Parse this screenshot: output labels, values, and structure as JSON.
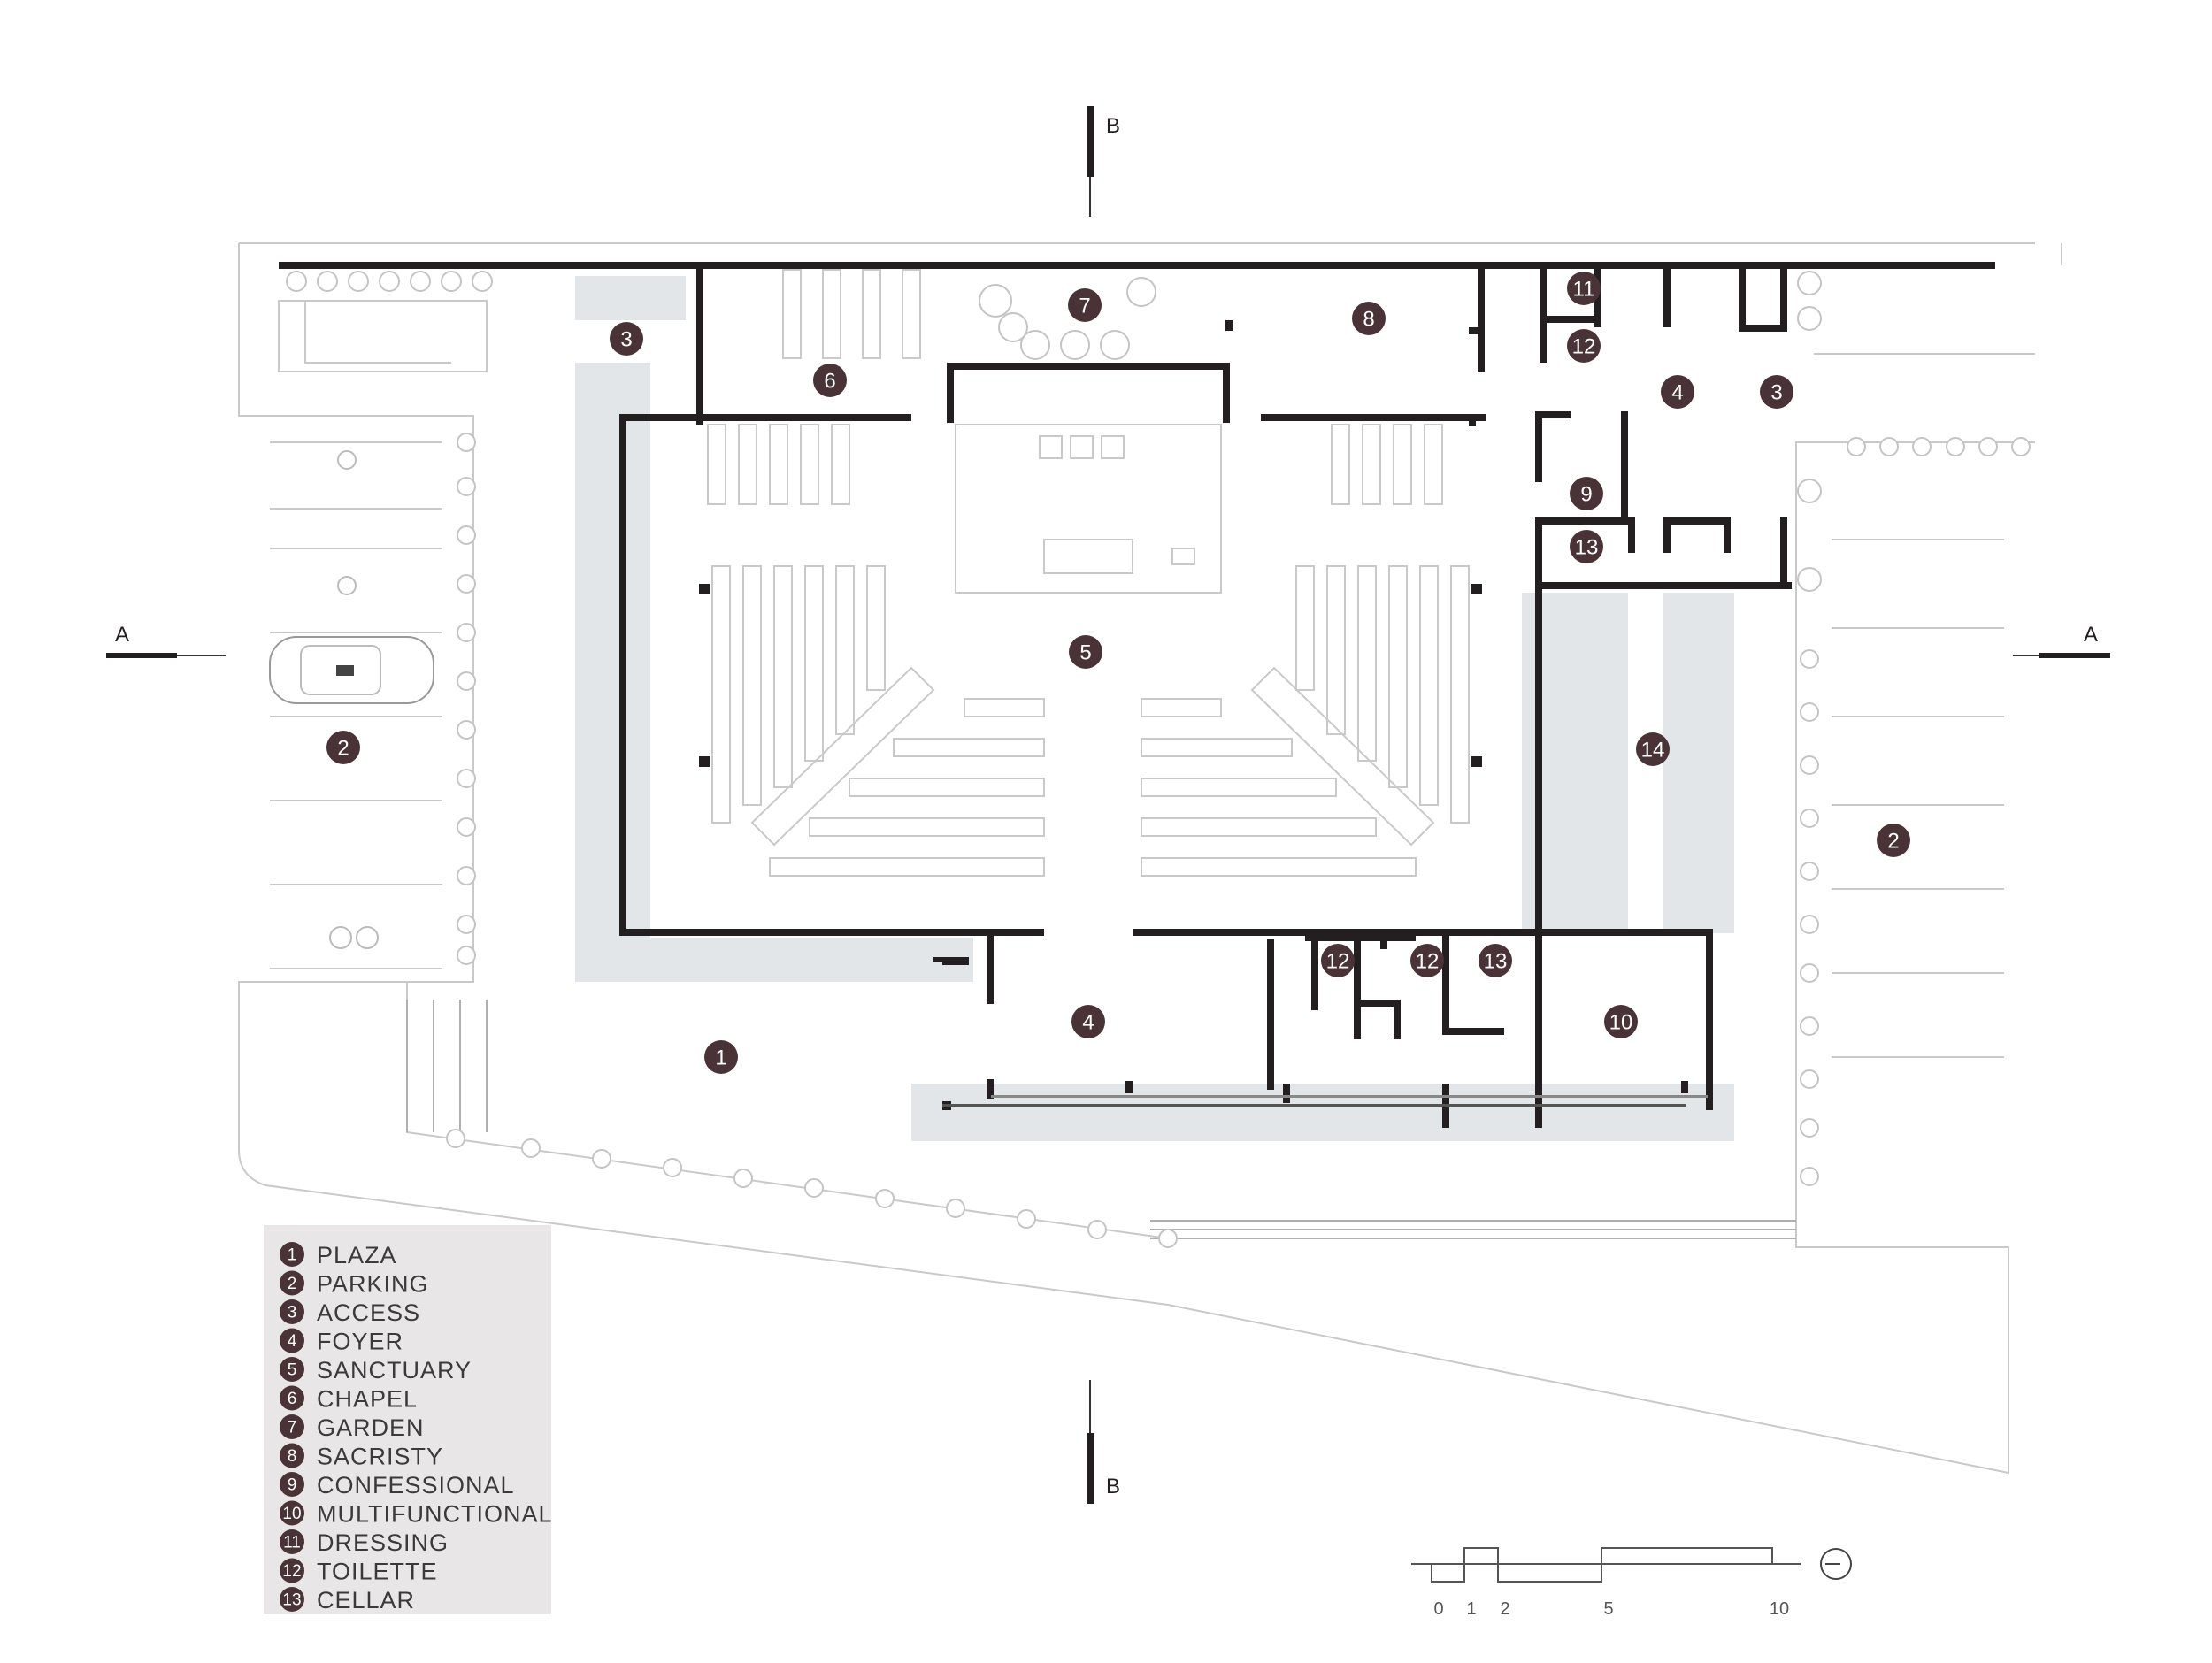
{
  "markers": [
    {
      "n": "1",
      "id": "plaza"
    },
    {
      "n": "2",
      "id": "parking-west"
    },
    {
      "n": "2",
      "id": "parking-east"
    },
    {
      "n": "3",
      "id": "access-north"
    },
    {
      "n": "3",
      "id": "access-east"
    },
    {
      "n": "4",
      "id": "foyer-east"
    },
    {
      "n": "4",
      "id": "foyer-south"
    },
    {
      "n": "5",
      "id": "sanctuary"
    },
    {
      "n": "6",
      "id": "chapel"
    },
    {
      "n": "7",
      "id": "garden"
    },
    {
      "n": "8",
      "id": "sacristy"
    },
    {
      "n": "9",
      "id": "confessional"
    },
    {
      "n": "10",
      "id": "multifunctional"
    },
    {
      "n": "11",
      "id": "dressing"
    },
    {
      "n": "12",
      "id": "toilette-north"
    },
    {
      "n": "12",
      "id": "toilette-south-a"
    },
    {
      "n": "12",
      "id": "toilette-south-b"
    },
    {
      "n": "13",
      "id": "cellar-north"
    },
    {
      "n": "13",
      "id": "cellar-south"
    },
    {
      "n": "14",
      "id": "courtyard"
    }
  ],
  "legend": [
    {
      "n": "1",
      "label": "PLAZA"
    },
    {
      "n": "2",
      "label": "PARKING"
    },
    {
      "n": "3",
      "label": "ACCESS"
    },
    {
      "n": "4",
      "label": "FOYER"
    },
    {
      "n": "5",
      "label": "SANCTUARY"
    },
    {
      "n": "6",
      "label": "CHAPEL"
    },
    {
      "n": "7",
      "label": "GARDEN"
    },
    {
      "n": "8",
      "label": "SACRISTY"
    },
    {
      "n": "9",
      "label": "CONFESSIONAL"
    },
    {
      "n": "10",
      "label": "MULTIFUNCTIONAL"
    },
    {
      "n": "11",
      "label": "DRESSING"
    },
    {
      "n": "12",
      "label": "TOILETTE"
    },
    {
      "n": "13",
      "label": "CELLAR"
    }
  ],
  "section_labels": {
    "b_top": "B",
    "b_bottom": "B",
    "a_left": "A",
    "a_right": "A"
  },
  "scale_bar": {
    "ticks": [
      "0",
      "1",
      "2",
      "5",
      "10"
    ]
  },
  "icons": {
    "north": "north-arrow-icon",
    "car": "car-icon",
    "accessible_parking": "wheelchair-icon",
    "bicycle": "bicycle-icon"
  },
  "colors": {
    "wall": "#231f20",
    "marker": "#4a3336",
    "planter": "#e3e6e8",
    "legend_bg": "#e8e6e6"
  }
}
